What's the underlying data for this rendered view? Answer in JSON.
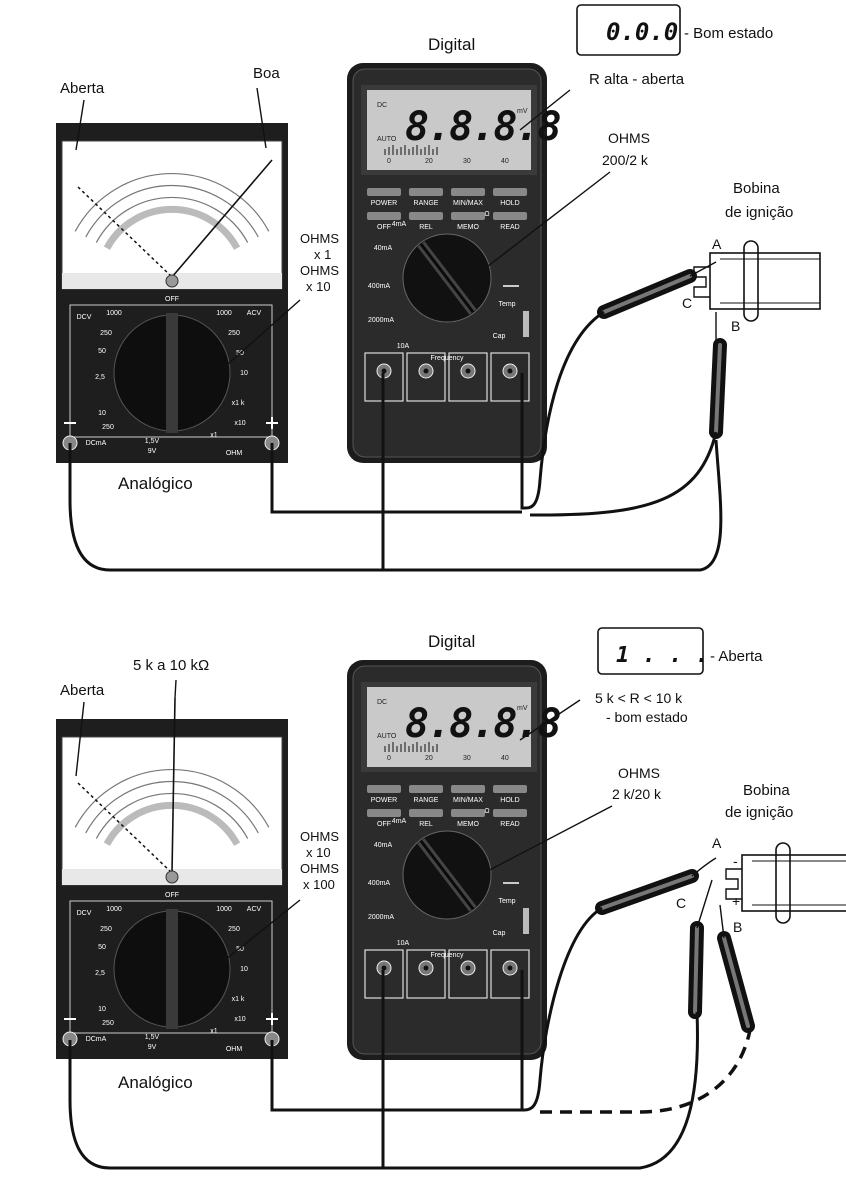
{
  "colors": {
    "body_dark": "#2b2b2b",
    "lcd": "#c9c9c9",
    "ink": "#111111"
  },
  "top": {
    "digital_title": "Digital",
    "display_reading": "0.0.0",
    "display_note": "- Bom estado",
    "open_note": "R alta - aberta",
    "ohms_range": [
      "OHMS",
      "200/2 k"
    ],
    "coil": [
      "Bobina",
      "de ignição"
    ],
    "open_label": "Aberta",
    "good_label": "Boa",
    "analog_range": [
      "OHMS",
      "x 1",
      "OHMS",
      "x 10"
    ],
    "analog_title": "Analógico",
    "terminals": [
      "A",
      "B",
      "C"
    ]
  },
  "bottom": {
    "digital_title": "Digital",
    "display_reading": "1 . . .",
    "display_note": "- Aberta",
    "range_note": [
      "5 k < R < 10 k",
      "- bom estado"
    ],
    "ohms_range": [
      "OHMS",
      "2 k/20 k"
    ],
    "coil": [
      "Bobina",
      "de ignição"
    ],
    "open_label": "Aberta",
    "resistance_label": "5 k a 10 kΩ",
    "analog_range": [
      "OHMS",
      "x 10",
      "OHMS",
      "x 100"
    ],
    "analog_title": "Analógico",
    "terminals": [
      "A",
      "B",
      "C"
    ],
    "polarity": [
      "-",
      "+"
    ]
  },
  "meter_text": {
    "digital_display": "8.8.8.8",
    "lcd_dc": "DC",
    "lcd_auto": "AUTO",
    "lcd_mv": "mV",
    "lcd_scale": [
      "0",
      "20",
      "30",
      "40"
    ],
    "buttons_row1": [
      "POWER",
      "RANGE",
      "MIN/MAX",
      "HOLD"
    ],
    "buttons_row2": [
      "OFF",
      "REL",
      "MEMO",
      "READ"
    ],
    "dial_labels": [
      "4mA",
      "40mA",
      "400mA",
      "2000mA",
      "10A",
      "Frequency",
      "Cap",
      "Temp",
      "Ω"
    ],
    "analog_dial": [
      "DCV",
      "1000",
      "250",
      "50",
      "2,5",
      "10",
      "250",
      "DCmA",
      "1,5V",
      "9V",
      "OFF",
      "1000",
      "ACV",
      "250",
      "50",
      "10",
      "x1 k",
      "x10",
      "x1",
      "OHM"
    ]
  }
}
